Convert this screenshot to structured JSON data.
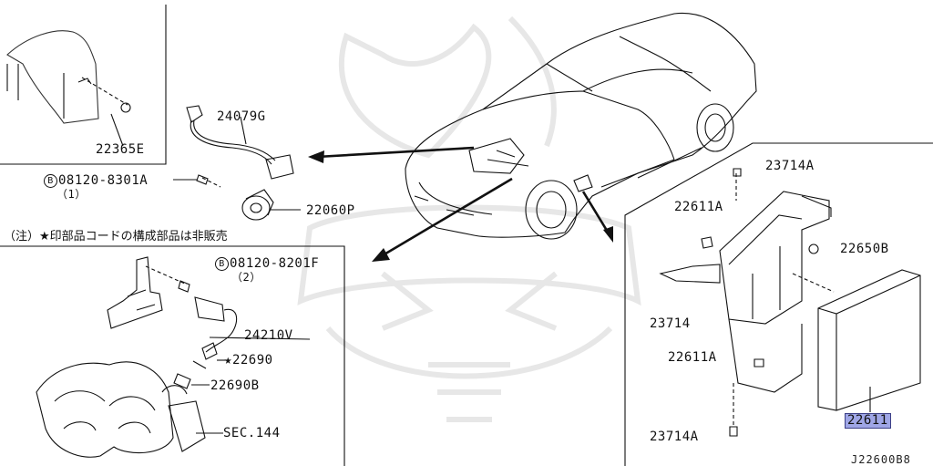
{
  "diagram": {
    "reference_code": "J22600B8",
    "note": "（注）★印部品コードの構成部品は非販売",
    "highlight_color": "#9fa6e6",
    "parts": {
      "p22365E": "22365E",
      "p24079G": "24079G",
      "p08120_8301A": "08120-8301A",
      "p08120_8301A_qty": "（1）",
      "p22060P": "22060P",
      "p08120_8201F": "08120-8201F",
      "p08120_8201F_qty": "（2）",
      "p24210V": "24210V",
      "p22690": "22690",
      "p22690B": "22690B",
      "sec144": "SEC.144",
      "p23714A_top": "23714A",
      "p22611A_top": "22611A",
      "p22650B": "22650B",
      "p23714": "23714",
      "p22611A_bot": "22611A",
      "p23714A_bot": "23714A",
      "p22611": "22611"
    },
    "symbols": {
      "bolt_letter": "B",
      "star": "★"
    }
  }
}
